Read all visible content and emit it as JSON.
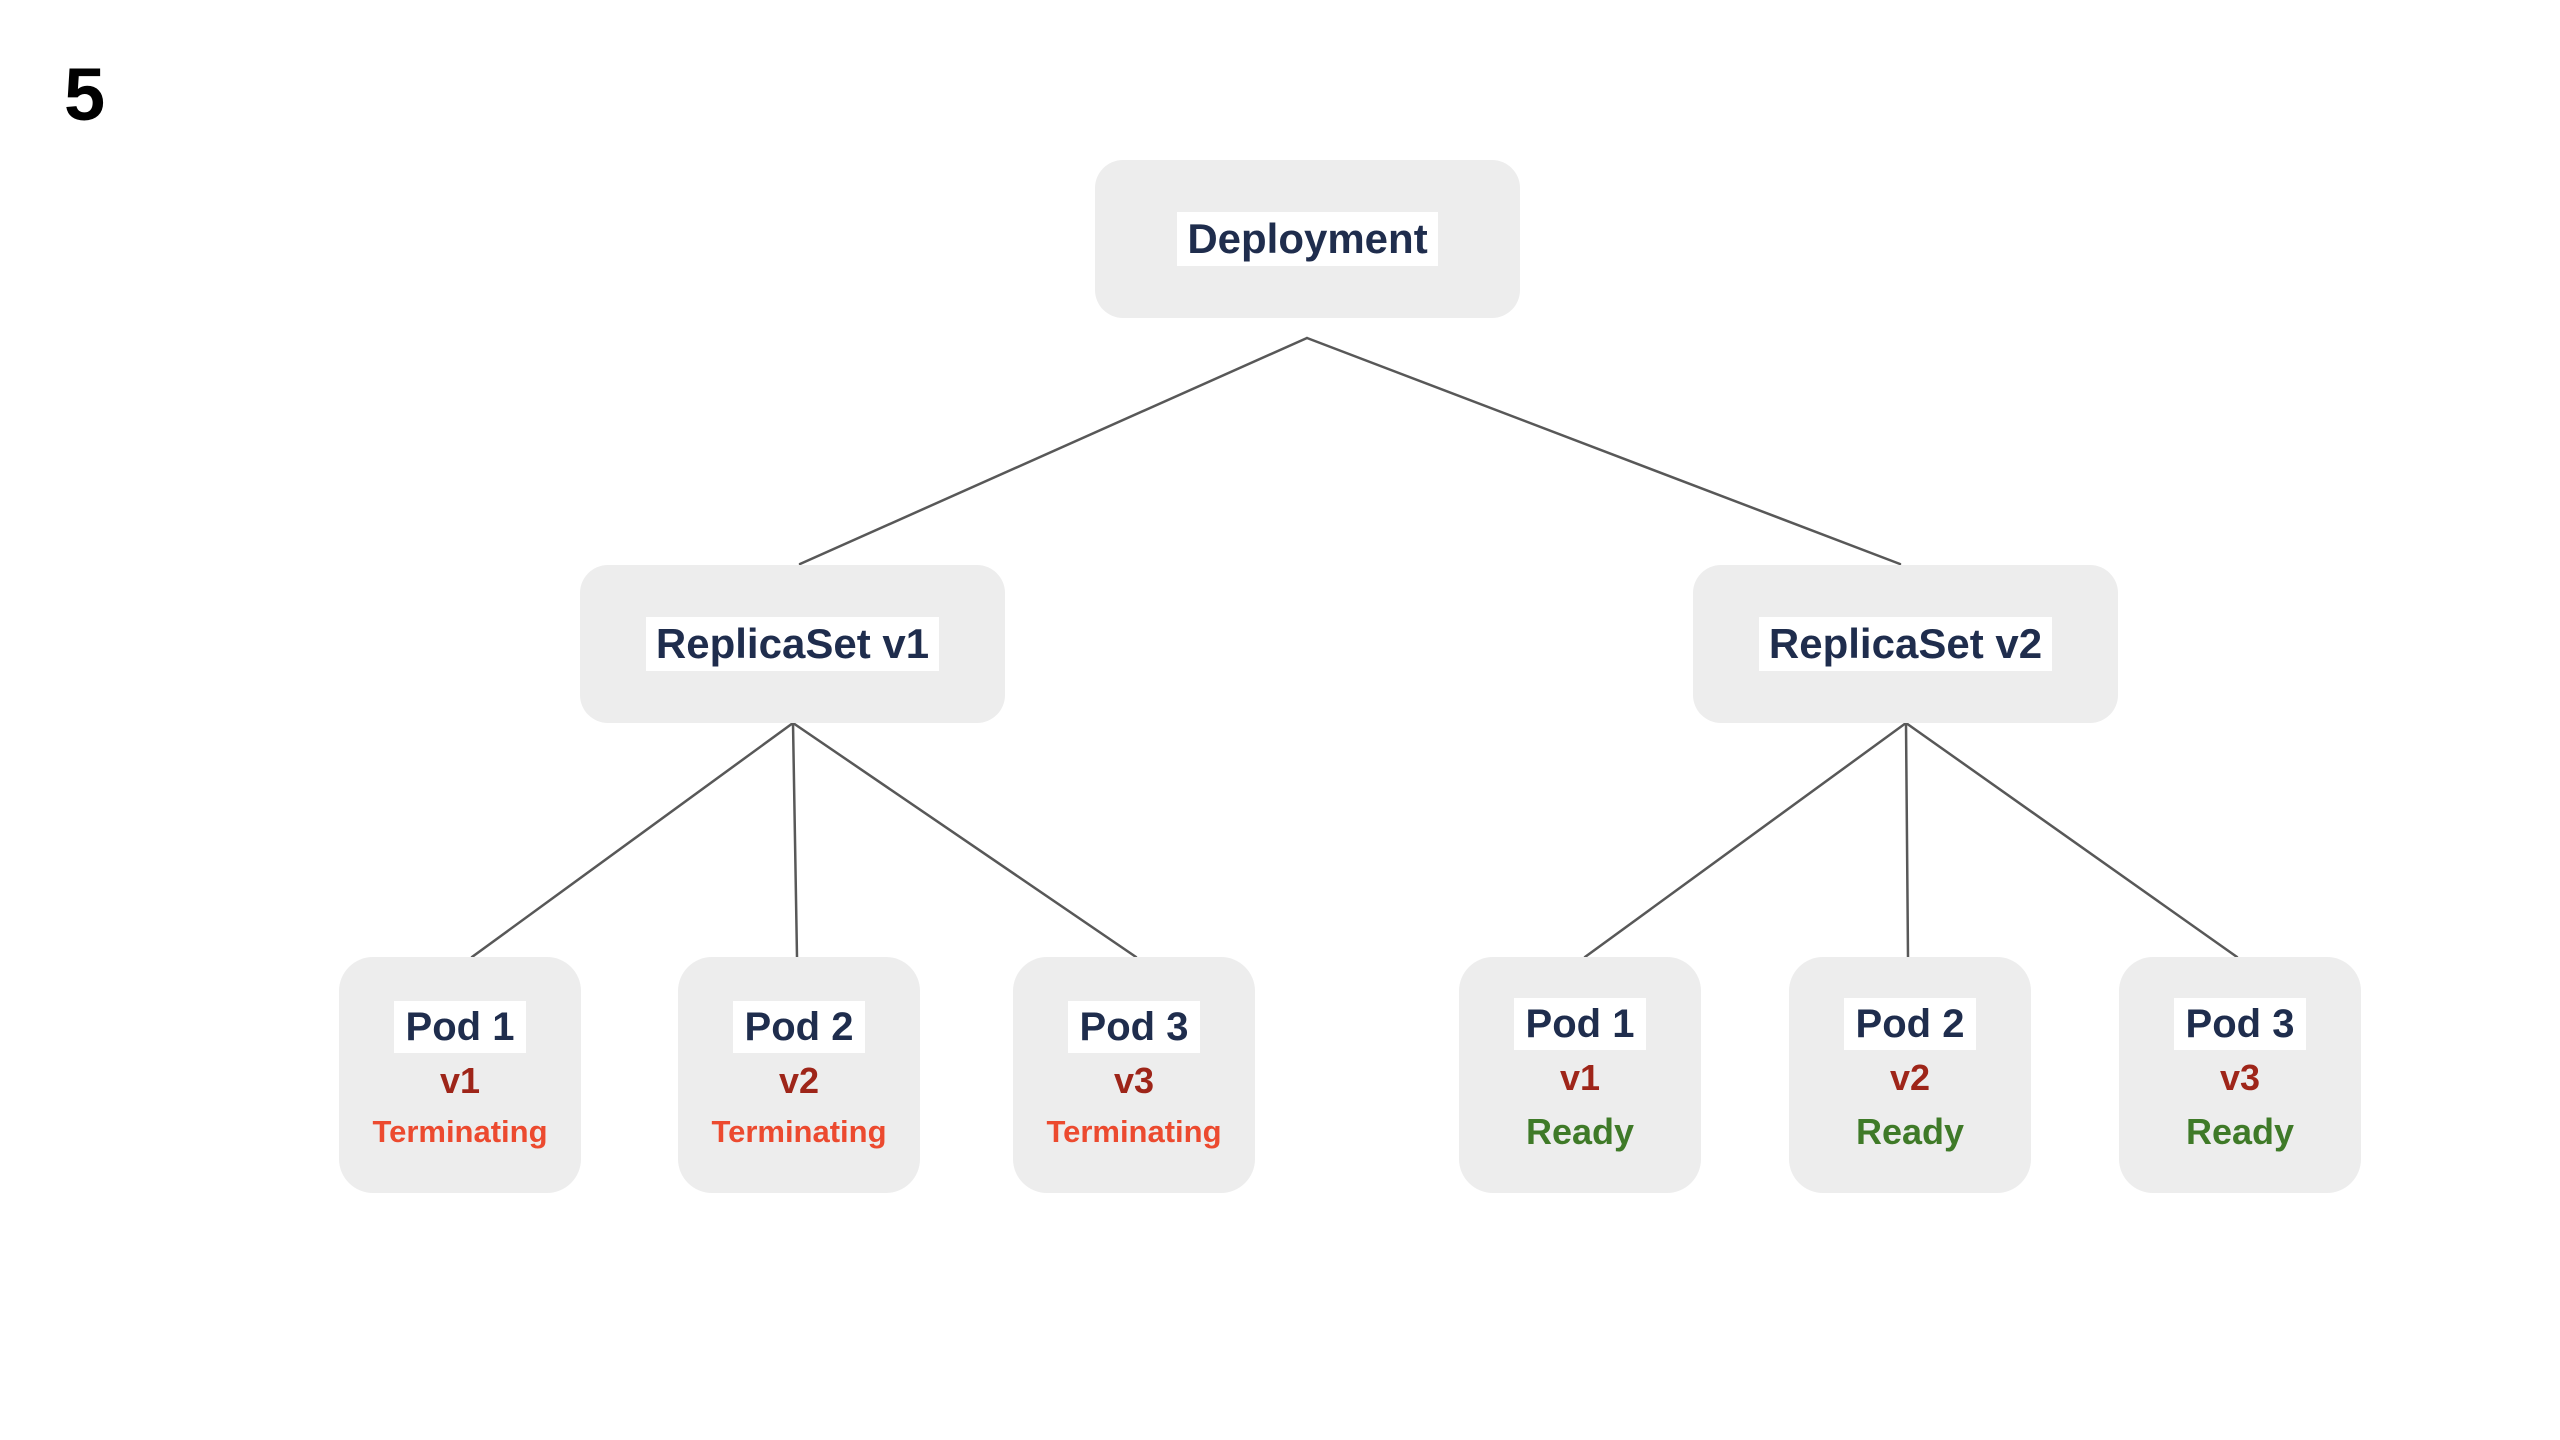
{
  "slide": {
    "number": "5"
  },
  "colors": {
    "node_bg": "#ededed",
    "label_bg": "#ffffff",
    "title": "#1f2d4d",
    "version": "#9e2519",
    "terminating": "#ec4a2f",
    "ready": "#3f7a28",
    "edge": "#585858"
  },
  "diagram": {
    "deployment": {
      "label": "Deployment"
    },
    "replicasets": [
      {
        "label": "ReplicaSet v1"
      },
      {
        "label": "ReplicaSet v2"
      }
    ],
    "pods": [
      {
        "title": "Pod 1",
        "version": "v1",
        "status": "Terminating"
      },
      {
        "title": "Pod 2",
        "version": "v2",
        "status": "Terminating"
      },
      {
        "title": "Pod 3",
        "version": "v3",
        "status": "Terminating"
      },
      {
        "title": "Pod 1",
        "version": "v1",
        "status": "Ready"
      },
      {
        "title": "Pod 2",
        "version": "v2",
        "status": "Ready"
      },
      {
        "title": "Pod 3",
        "version": "v3",
        "status": "Ready"
      }
    ]
  }
}
